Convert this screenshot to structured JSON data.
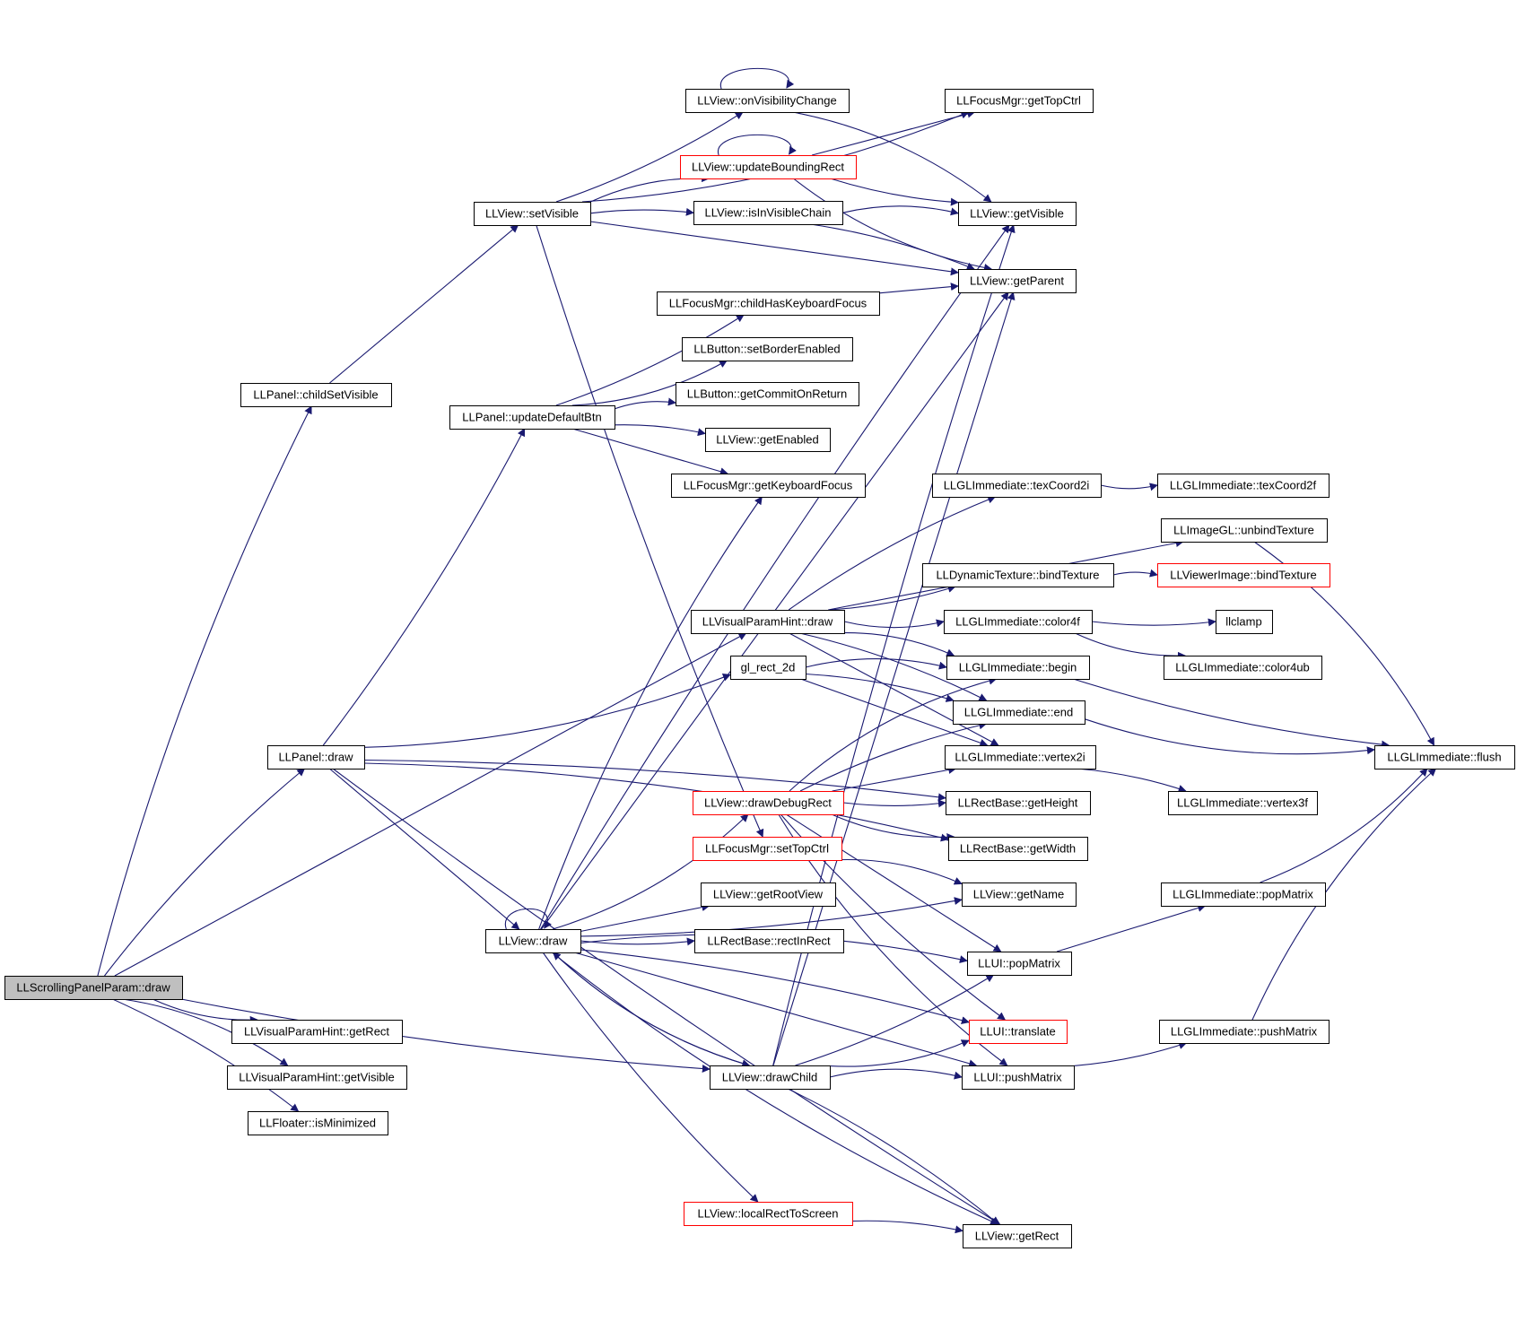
{
  "diagram": {
    "type": "call-graph",
    "colors": {
      "edge": "#191970",
      "node_border": "#000000",
      "node_border_highlight": "#ff0000",
      "root_fill": "#bfbfbf",
      "node_fill": "#ffffff"
    },
    "nodes": [
      {
        "id": "root",
        "label": "LLScrollingPanelParam::draw",
        "style": "root"
      },
      {
        "id": "childSetVisible",
        "label": "LLPanel::childSetVisible",
        "style": "normal"
      },
      {
        "id": "setVisible",
        "label": "LLView::setVisible",
        "style": "normal"
      },
      {
        "id": "onVisibilityChange",
        "label": "LLView::onVisibilityChange",
        "style": "normal"
      },
      {
        "id": "updateBoundingRect",
        "label": "LLView::updateBoundingRect",
        "style": "red"
      },
      {
        "id": "isInVisibleChain",
        "label": "LLView::isInVisibleChain",
        "style": "normal"
      },
      {
        "id": "getTopCtrl",
        "label": "LLFocusMgr::getTopCtrl",
        "style": "normal"
      },
      {
        "id": "getVisible",
        "label": "LLView::getVisible",
        "style": "normal"
      },
      {
        "id": "getParent",
        "label": "LLView::getParent",
        "style": "normal"
      },
      {
        "id": "childHasKeyboardFocus",
        "label": "LLFocusMgr::childHasKeyboardFocus",
        "style": "normal"
      },
      {
        "id": "setBorderEnabled",
        "label": "LLButton::setBorderEnabled",
        "style": "normal"
      },
      {
        "id": "getCommitOnReturn",
        "label": "LLButton::getCommitOnReturn",
        "style": "normal"
      },
      {
        "id": "updateDefaultBtn",
        "label": "LLPanel::updateDefaultBtn",
        "style": "normal"
      },
      {
        "id": "getEnabled",
        "label": "LLView::getEnabled",
        "style": "normal"
      },
      {
        "id": "getKeyboardFocus",
        "label": "LLFocusMgr::getKeyboardFocus",
        "style": "normal"
      },
      {
        "id": "texCoord2i",
        "label": "LLGLImmediate::texCoord2i",
        "style": "normal"
      },
      {
        "id": "texCoord2f",
        "label": "LLGLImmediate::texCoord2f",
        "style": "normal"
      },
      {
        "id": "unbindTexture",
        "label": "LLImageGL::unbindTexture",
        "style": "normal"
      },
      {
        "id": "dynBindTexture",
        "label": "LLDynamicTexture::bindTexture",
        "style": "normal"
      },
      {
        "id": "viewerBindTexture",
        "label": "LLViewerImage::bindTexture",
        "style": "red"
      },
      {
        "id": "vphDraw",
        "label": "LLVisualParamHint::draw",
        "style": "normal"
      },
      {
        "id": "color4f",
        "label": "LLGLImmediate::color4f",
        "style": "normal"
      },
      {
        "id": "llclamp",
        "label": "llclamp",
        "style": "normal"
      },
      {
        "id": "glRect2d",
        "label": "gl_rect_2d",
        "style": "normal"
      },
      {
        "id": "begin",
        "label": "LLGLImmediate::begin",
        "style": "normal"
      },
      {
        "id": "color4ub",
        "label": "LLGLImmediate::color4ub",
        "style": "normal"
      },
      {
        "id": "end",
        "label": "LLGLImmediate::end",
        "style": "normal"
      },
      {
        "id": "panelDraw",
        "label": "LLPanel::draw",
        "style": "normal"
      },
      {
        "id": "vertex2i",
        "label": "LLGLImmediate::vertex2i",
        "style": "normal"
      },
      {
        "id": "flush",
        "label": "LLGLImmediate::flush",
        "style": "normal"
      },
      {
        "id": "drawDebugRect",
        "label": "LLView::drawDebugRect",
        "style": "red"
      },
      {
        "id": "getHeight",
        "label": "LLRectBase::getHeight",
        "style": "normal"
      },
      {
        "id": "vertex3f",
        "label": "LLGLImmediate::vertex3f",
        "style": "normal"
      },
      {
        "id": "setTopCtrl",
        "label": "LLFocusMgr::setTopCtrl",
        "style": "red"
      },
      {
        "id": "getWidth",
        "label": "LLRectBase::getWidth",
        "style": "normal"
      },
      {
        "id": "getRootView",
        "label": "LLView::getRootView",
        "style": "normal"
      },
      {
        "id": "getName",
        "label": "LLView::getName",
        "style": "normal"
      },
      {
        "id": "glPopMatrix",
        "label": "LLGLImmediate::popMatrix",
        "style": "normal"
      },
      {
        "id": "viewDraw",
        "label": "LLView::draw",
        "style": "normal"
      },
      {
        "id": "rectInRect",
        "label": "LLRectBase::rectInRect",
        "style": "normal"
      },
      {
        "id": "uiPopMatrix",
        "label": "LLUI::popMatrix",
        "style": "normal"
      },
      {
        "id": "vphGetRect",
        "label": "LLVisualParamHint::getRect",
        "style": "normal"
      },
      {
        "id": "translate",
        "label": "LLUI::translate",
        "style": "red"
      },
      {
        "id": "glPushMatrix",
        "label": "LLGLImmediate::pushMatrix",
        "style": "normal"
      },
      {
        "id": "vphGetVisible",
        "label": "LLVisualParamHint::getVisible",
        "style": "normal"
      },
      {
        "id": "drawChild",
        "label": "LLView::drawChild",
        "style": "normal"
      },
      {
        "id": "uiPushMatrix",
        "label": "LLUI::pushMatrix",
        "style": "normal"
      },
      {
        "id": "isMinimized",
        "label": "LLFloater::isMinimized",
        "style": "normal"
      },
      {
        "id": "localRectToScreen",
        "label": "LLView::localRectToScreen",
        "style": "red"
      },
      {
        "id": "viewGetRect",
        "label": "LLView::getRect",
        "style": "normal"
      }
    ],
    "edges": [
      {
        "from": "root",
        "to": "childSetVisible"
      },
      {
        "from": "root",
        "to": "panelDraw"
      },
      {
        "from": "root",
        "to": "vphDraw"
      },
      {
        "from": "root",
        "to": "drawChild"
      },
      {
        "from": "root",
        "to": "vphGetRect"
      },
      {
        "from": "root",
        "to": "vphGetVisible"
      },
      {
        "from": "root",
        "to": "isMinimized"
      },
      {
        "from": "childSetVisible",
        "to": "setVisible"
      },
      {
        "from": "setVisible",
        "to": "onVisibilityChange"
      },
      {
        "from": "setVisible",
        "to": "getTopCtrl"
      },
      {
        "from": "setVisible",
        "to": "updateBoundingRect"
      },
      {
        "from": "setVisible",
        "to": "isInVisibleChain"
      },
      {
        "from": "setVisible",
        "to": "getParent"
      },
      {
        "from": "setVisible",
        "to": "setTopCtrl"
      },
      {
        "from": "onVisibilityChange",
        "to": "onVisibilityChange"
      },
      {
        "from": "onVisibilityChange",
        "to": "getVisible"
      },
      {
        "from": "updateBoundingRect",
        "to": "updateBoundingRect"
      },
      {
        "from": "updateBoundingRect",
        "to": "getTopCtrl"
      },
      {
        "from": "updateBoundingRect",
        "to": "getVisible"
      },
      {
        "from": "updateBoundingRect",
        "to": "getParent"
      },
      {
        "from": "isInVisibleChain",
        "to": "getVisible"
      },
      {
        "from": "isInVisibleChain",
        "to": "getParent"
      },
      {
        "from": "childHasKeyboardFocus",
        "to": "getParent"
      },
      {
        "from": "updateDefaultBtn",
        "to": "childHasKeyboardFocus"
      },
      {
        "from": "updateDefaultBtn",
        "to": "setBorderEnabled"
      },
      {
        "from": "updateDefaultBtn",
        "to": "getCommitOnReturn"
      },
      {
        "from": "updateDefaultBtn",
        "to": "getEnabled"
      },
      {
        "from": "updateDefaultBtn",
        "to": "getKeyboardFocus"
      },
      {
        "from": "panelDraw",
        "to": "updateDefaultBtn"
      },
      {
        "from": "panelDraw",
        "to": "glRect2d"
      },
      {
        "from": "panelDraw",
        "to": "getWidth"
      },
      {
        "from": "panelDraw",
        "to": "getHeight"
      },
      {
        "from": "panelDraw",
        "to": "viewDraw"
      },
      {
        "from": "panelDraw",
        "to": "viewGetRect"
      },
      {
        "from": "texCoord2i",
        "to": "texCoord2f"
      },
      {
        "from": "dynBindTexture",
        "to": "viewerBindTexture"
      },
      {
        "from": "vphDraw",
        "to": "texCoord2i"
      },
      {
        "from": "vphDraw",
        "to": "unbindTexture"
      },
      {
        "from": "vphDraw",
        "to": "dynBindTexture"
      },
      {
        "from": "vphDraw",
        "to": "color4f"
      },
      {
        "from": "vphDraw",
        "to": "begin"
      },
      {
        "from": "vphDraw",
        "to": "end"
      },
      {
        "from": "vphDraw",
        "to": "vertex2i"
      },
      {
        "from": "color4f",
        "to": "llclamp"
      },
      {
        "from": "color4f",
        "to": "color4ub"
      },
      {
        "from": "glRect2d",
        "to": "begin"
      },
      {
        "from": "glRect2d",
        "to": "end"
      },
      {
        "from": "glRect2d",
        "to": "vertex2i"
      },
      {
        "from": "begin",
        "to": "flush"
      },
      {
        "from": "end",
        "to": "flush"
      },
      {
        "from": "unbindTexture",
        "to": "flush"
      },
      {
        "from": "vertex2i",
        "to": "vertex3f"
      },
      {
        "from": "drawDebugRect",
        "to": "vertex2i"
      },
      {
        "from": "drawDebugRect",
        "to": "getHeight"
      },
      {
        "from": "drawDebugRect",
        "to": "getWidth"
      },
      {
        "from": "drawDebugRect",
        "to": "begin"
      },
      {
        "from": "drawDebugRect",
        "to": "end"
      },
      {
        "from": "drawDebugRect",
        "to": "uiPopMatrix"
      },
      {
        "from": "drawDebugRect",
        "to": "translate"
      },
      {
        "from": "drawDebugRect",
        "to": "uiPushMatrix"
      },
      {
        "from": "setTopCtrl",
        "to": "getName"
      },
      {
        "from": "viewDraw",
        "to": "viewDraw"
      },
      {
        "from": "viewDraw",
        "to": "getRootView"
      },
      {
        "from": "viewDraw",
        "to": "rectInRect"
      },
      {
        "from": "viewDraw",
        "to": "drawDebugRect"
      },
      {
        "from": "viewDraw",
        "to": "getKeyboardFocus"
      },
      {
        "from": "viewDraw",
        "to": "getVisible"
      },
      {
        "from": "viewDraw",
        "to": "getParent"
      },
      {
        "from": "viewDraw",
        "to": "getName"
      },
      {
        "from": "viewDraw",
        "to": "drawChild"
      },
      {
        "from": "viewDraw",
        "to": "uiPopMatrix"
      },
      {
        "from": "viewDraw",
        "to": "translate"
      },
      {
        "from": "viewDraw",
        "to": "uiPushMatrix"
      },
      {
        "from": "viewDraw",
        "to": "localRectToScreen"
      },
      {
        "from": "viewDraw",
        "to": "viewGetRect"
      },
      {
        "from": "drawChild",
        "to": "viewDraw"
      },
      {
        "from": "drawChild",
        "to": "getVisible"
      },
      {
        "from": "drawChild",
        "to": "getParent"
      },
      {
        "from": "drawChild",
        "to": "uiPopMatrix"
      },
      {
        "from": "drawChild",
        "to": "translate"
      },
      {
        "from": "drawChild",
        "to": "uiPushMatrix"
      },
      {
        "from": "drawChild",
        "to": "viewGetRect"
      },
      {
        "from": "uiPopMatrix",
        "to": "glPopMatrix"
      },
      {
        "from": "uiPushMatrix",
        "to": "glPushMatrix"
      },
      {
        "from": "glPopMatrix",
        "to": "flush"
      },
      {
        "from": "glPushMatrix",
        "to": "flush"
      },
      {
        "from": "localRectToScreen",
        "to": "viewGetRect"
      }
    ]
  }
}
